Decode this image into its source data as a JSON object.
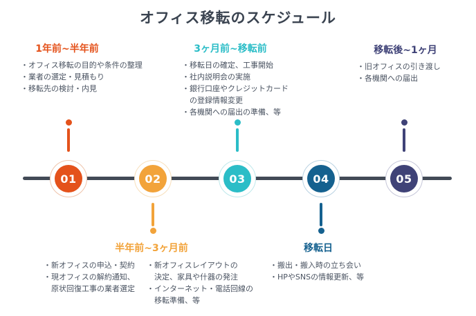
{
  "title": "オフィス移転のスケジュール",
  "colors": {
    "title_text": "#3A4350",
    "body_text": "#4A5361",
    "timeline_line": "#424A56"
  },
  "milestones": [
    {
      "number": "01",
      "label": "1年前~半年前",
      "color": "#E4521B",
      "ring": "#EFC4AB",
      "items": [
        "・オフィス移転の目的や条件の整理",
        "・業者の選定・見積もり",
        "・移転先の検討・内見"
      ]
    },
    {
      "number": "02",
      "label": "半年前~3ヶ月前",
      "color": "#F2A33A",
      "ring": "#F8DFBB",
      "columns": [
        [
          "・新オフィスの申込・契約",
          "・現オフィスの解約通知、\n原状回復工事の業者選定"
        ],
        [
          "・新オフィスレイアウトの\n決定、家具や什器の発注",
          "・インターネット・電話回線の\n移転準備、等"
        ]
      ]
    },
    {
      "number": "03",
      "label": "3ヶ月前~移転前",
      "color": "#2BBDC7",
      "ring": "#BEE8EB",
      "items": [
        "・移転日の確定、工事開始",
        "・社内説明会の実施",
        "・銀行口座やクレジットカード\nの登録情報変更",
        "・各機関への届出の準備、等"
      ]
    },
    {
      "number": "04",
      "label": "移転日",
      "color": "#15618F",
      "ring": "#B9D2E2",
      "items": [
        "・搬出・搬入時の立ち会い",
        "・HPやSNSの情報更新、等"
      ]
    },
    {
      "number": "05",
      "label": "移転後~1ヶ月",
      "color": "#3F4277",
      "ring": "#C6C7D9",
      "items": [
        "・旧オフィスの引き渡し",
        "・各機関への届出"
      ]
    }
  ]
}
